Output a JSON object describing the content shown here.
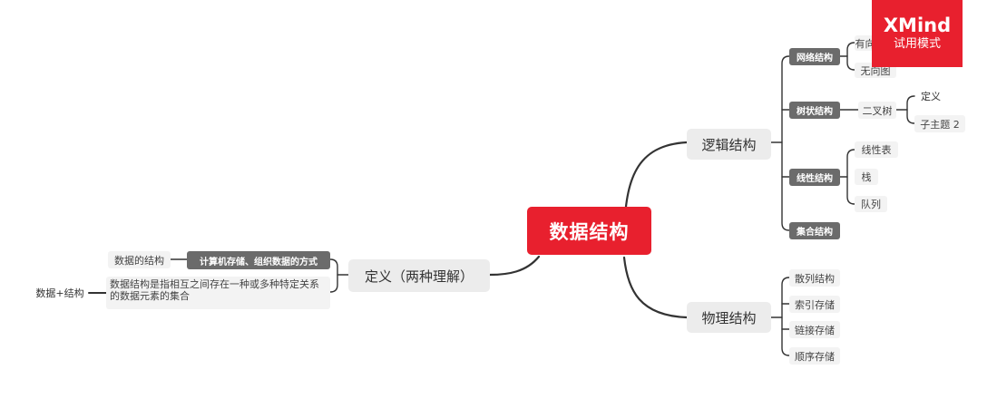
{
  "root": "数据结构",
  "logical": {
    "label": "逻辑结构",
    "network": {
      "label": "网络结构",
      "children": [
        "有向图",
        "无向图"
      ]
    },
    "tree": {
      "label": "树状结构",
      "child": "二叉树",
      "grandchildren": [
        "定义",
        "子主题 2"
      ]
    },
    "linear": {
      "label": "线性结构",
      "children": [
        "线性表",
        "栈",
        "队列"
      ]
    },
    "set": {
      "label": "集合结构"
    }
  },
  "physical": {
    "label": "物理结构",
    "children": [
      "散列结构",
      "索引存储",
      "链接存储",
      "顺序存储"
    ]
  },
  "definition": {
    "label": "定义（两种理解）",
    "computer": {
      "label": "计算机存储、组织数据的方式",
      "child": "数据的结构"
    },
    "relation": {
      "label": "数据结构是指相互之间存在一种或多种特定关系的数据元素的集合",
      "child": "数据+结构"
    }
  },
  "badge": {
    "brand": "XMind",
    "mode": "试用模式"
  },
  "colors": {
    "root": "#e8202e",
    "line": "#333333",
    "sub": "#6b6b6b"
  }
}
